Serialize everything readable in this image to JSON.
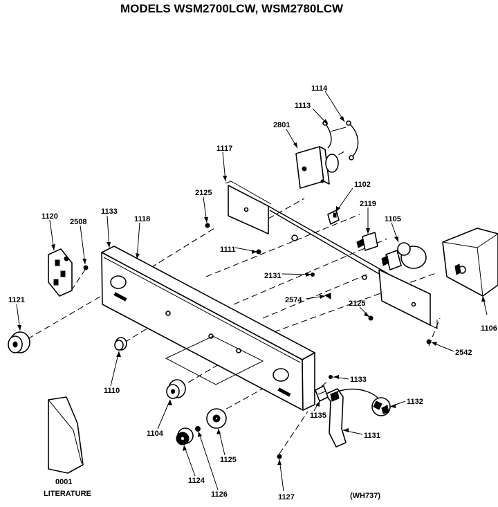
{
  "title": "MODELS WSM2700LCW, WSM2780LCW",
  "labels": {
    "p1114": "1114",
    "p1113": "1113",
    "p2801": "2801",
    "p1117": "1117",
    "p2125a": "2125",
    "p1102": "1102",
    "p2119": "2119",
    "p1105": "1105",
    "p1120": "1120",
    "p2508": "2508",
    "p1133a": "1133",
    "p1118": "1118",
    "p1111": "1111",
    "p2131": "2131",
    "p2574": "2574",
    "p2125b": "2125",
    "p1121": "1121",
    "p1110": "1110",
    "p1104": "1104",
    "p1125": "1125",
    "p1124": "1124",
    "p1126": "1126",
    "p1127": "1127",
    "p1135": "1135",
    "p1133b": "1133",
    "p1132": "1132",
    "p1131": "1131",
    "p2542": "2542",
    "p1106": "1106",
    "p0001": "0001",
    "literature": "LITERATURE",
    "code": "(WH737)"
  }
}
